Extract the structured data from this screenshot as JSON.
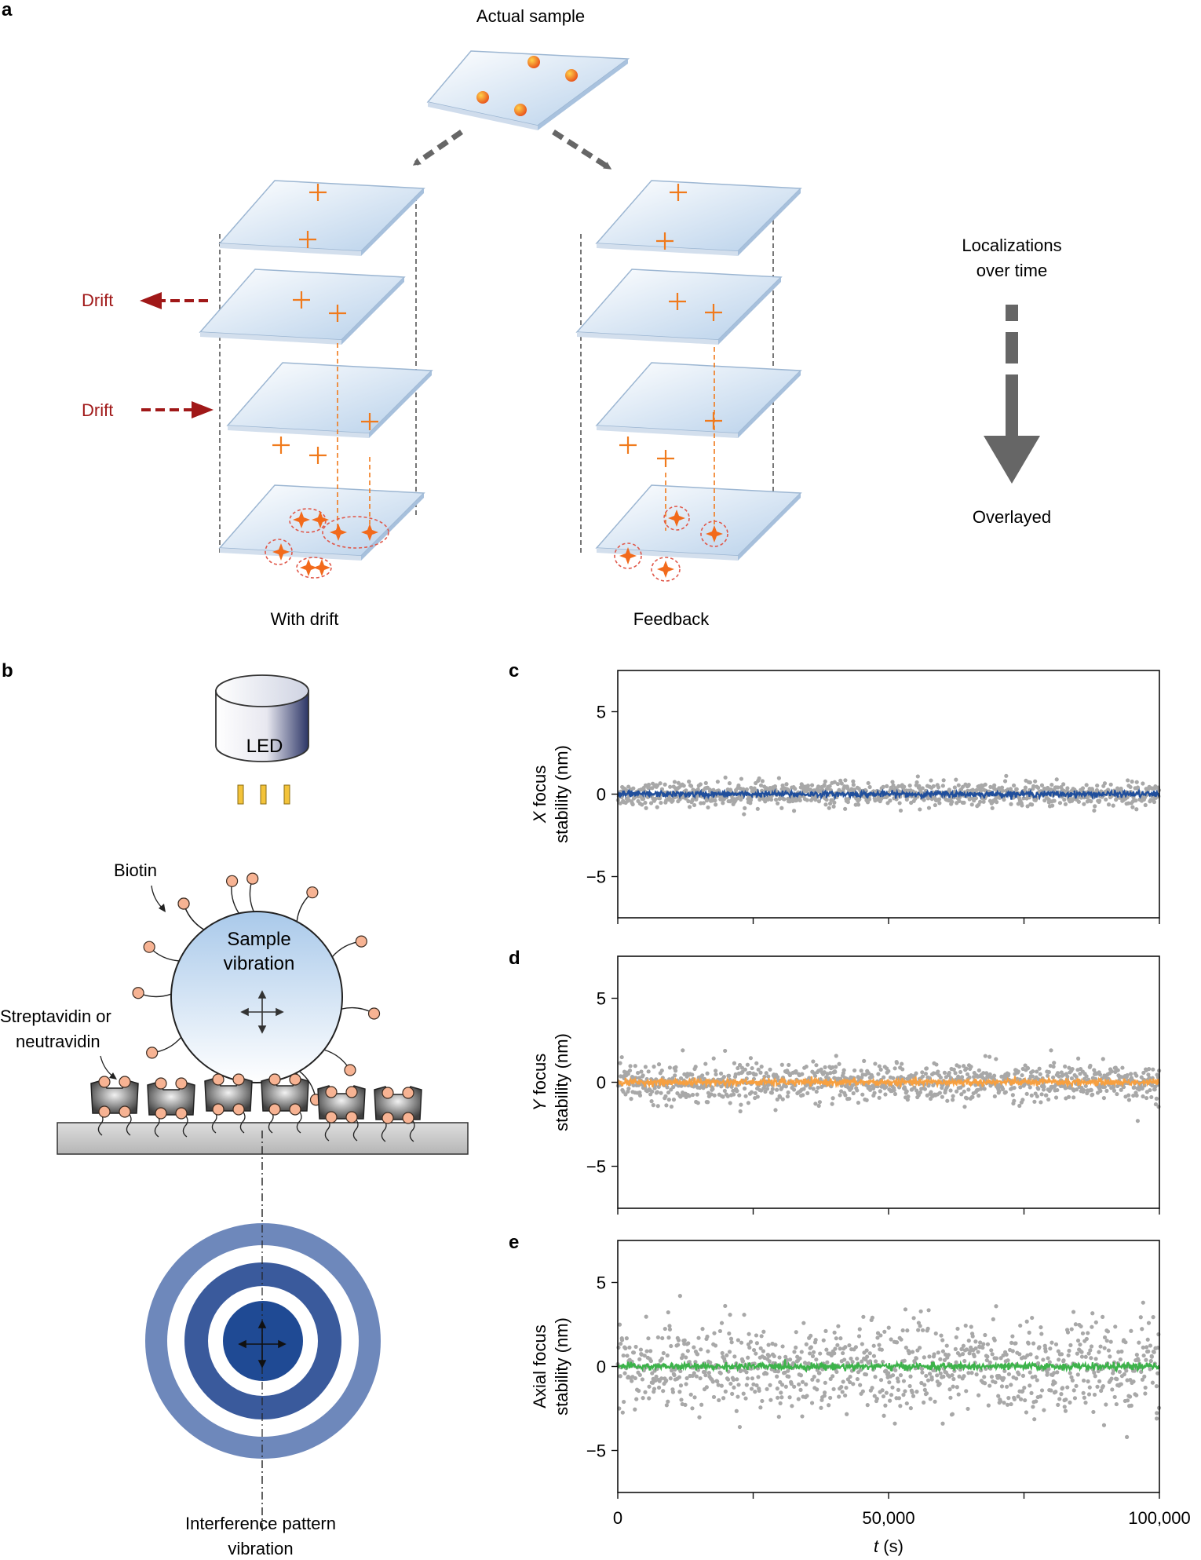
{
  "panel_a": {
    "label": "a",
    "actual_sample": "Actual sample",
    "with_drift": "With drift",
    "feedback": "Feedback",
    "drift_left": "Drift",
    "drift_right": "Drift",
    "localizations_line1": "Localizations",
    "localizations_line2": "over time",
    "overlayed": "Overlayed"
  },
  "panel_b": {
    "label": "b",
    "led": "LED",
    "biotin": "Biotin",
    "sample_line1": "Sample",
    "sample_line2": "vibration",
    "strep_line1": "Streptavidin or",
    "strep_line2": "neutravidin",
    "interference_line1": "Interference pattern",
    "interference_line2": "vibration"
  },
  "colors": {
    "drift_red": "#a01818",
    "orange": "#f07a1c",
    "x_series": "#1f4e9c",
    "y_series": "#f7a040",
    "axial_series": "#3cb34a",
    "raw_points": "#a8a8a8",
    "ring_outer": "#6e88bb",
    "ring_inner": "#3a5a9c"
  },
  "chart_data": [
    {
      "panel": "c",
      "type": "scatter",
      "ylabel_italic": "X",
      "ylabel_rest": " focus",
      "ylabel_line2": "stability (nm)",
      "xlim": [
        0,
        100000
      ],
      "ylim": [
        -7.5,
        7.5
      ],
      "yticks": [
        "5",
        "0",
        "−5"
      ],
      "ytick_values": [
        5,
        0,
        -5
      ],
      "show_xticklabels": false,
      "noise_sd": 0.35,
      "line_sd": 0.09,
      "outliers": [],
      "series_color": "#1f4e9c"
    },
    {
      "panel": "d",
      "type": "scatter",
      "ylabel_italic": "Y",
      "ylabel_rest": " focus",
      "ylabel_line2": "stability (nm)",
      "xlim": [
        0,
        100000
      ],
      "ylim": [
        -7.5,
        7.5
      ],
      "yticks": [
        "5",
        "0",
        "−5"
      ],
      "ytick_values": [
        5,
        0,
        -5
      ],
      "show_xticklabels": false,
      "noise_sd": 0.55,
      "line_sd": 0.1,
      "outliers": [
        [
          12000,
          1.9
        ],
        [
          80000,
          1.9
        ],
        [
          96000,
          -2.3
        ]
      ],
      "series_color": "#f7a040"
    },
    {
      "panel": "e",
      "type": "scatter",
      "ylabel_italic": "",
      "ylabel_rest": "Axial focus",
      "ylabel_line2": "stability (nm)",
      "xlim": [
        0,
        100000
      ],
      "ylim": [
        -7.5,
        7.5
      ],
      "yticks": [
        "5",
        "0",
        "−5"
      ],
      "ytick_values": [
        5,
        0,
        -5
      ],
      "show_xticklabels": true,
      "xtick_values": [
        0,
        50000,
        100000
      ],
      "xticks": [
        "0",
        "50,000",
        "100,000"
      ],
      "minor_xtick_values": [
        25000,
        75000
      ],
      "xlabel_italic": "t",
      "xlabel_rest": " (s)",
      "noise_sd": 1.25,
      "line_sd": 0.1,
      "outliers": [
        [
          11500,
          4.2
        ],
        [
          97000,
          3.8
        ],
        [
          94000,
          -4.2
        ],
        [
          99500,
          -3.1
        ],
        [
          60000,
          -3.4
        ]
      ],
      "series_color": "#3cb34a"
    }
  ]
}
